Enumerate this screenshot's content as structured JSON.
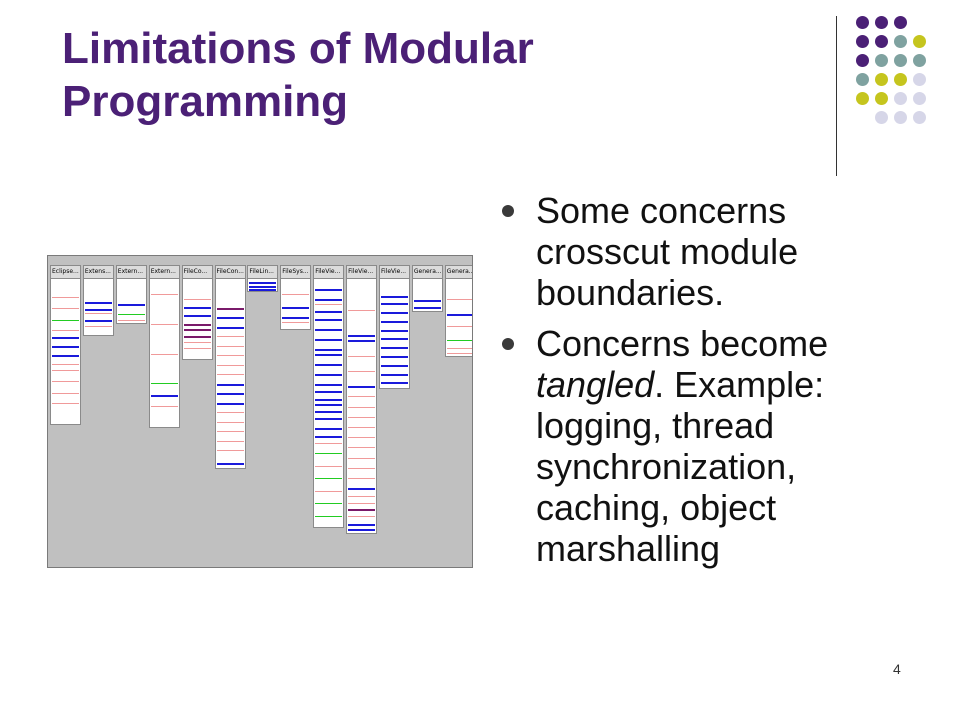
{
  "slide": {
    "title_lines": [
      "Limitations of Modular",
      "Programming"
    ],
    "slide_number": "4",
    "bullets": [
      {
        "parts": [
          {
            "text": "Some concerns crosscut module boundaries.",
            "italic": false
          }
        ]
      },
      {
        "parts": [
          {
            "text": "Concerns become ",
            "italic": false
          },
          {
            "text": "tangled",
            "italic": true
          },
          {
            "text": ". Example: logging, thread synchronization, caching, object marshalling",
            "italic": false
          }
        ]
      }
    ]
  },
  "colors": {
    "title": "#4b2076",
    "dots_purple": "#4b2076",
    "dots_teal": "#7fa2a0",
    "dots_olive": "#c5c51e",
    "dots_lavender": "#d6d6e8",
    "mark_blue": "#1a1adb",
    "mark_red": "#f09a9a",
    "mark_green": "#22cc22",
    "mark_purple": "#7a1a6a"
  },
  "decor_dots": [
    [
      "purple",
      "purple",
      "purple"
    ],
    [
      "purple",
      "purple",
      "teal",
      "olive"
    ],
    [
      "purple",
      "teal",
      "teal",
      "teal"
    ],
    [
      "teal",
      "olive",
      "olive",
      "lavender"
    ],
    [
      "olive",
      "olive",
      "lavender",
      "lavender"
    ],
    [
      "lavender",
      "lavender",
      "lavender"
    ]
  ],
  "figure": {
    "columns": [
      {
        "label": "Eclipse...",
        "fill": 0.54,
        "marks": [
          {
            "p": 0.12,
            "c": "red"
          },
          {
            "p": 0.2,
            "c": "red"
          },
          {
            "p": 0.28,
            "c": "green"
          },
          {
            "p": 0.35,
            "c": "red"
          },
          {
            "p": 0.4,
            "c": "blue"
          },
          {
            "p": 0.46,
            "c": "blue"
          },
          {
            "p": 0.52,
            "c": "blue"
          },
          {
            "p": 0.58,
            "c": "red"
          },
          {
            "p": 0.62,
            "c": "red"
          },
          {
            "p": 0.7,
            "c": "red"
          },
          {
            "p": 0.78,
            "c": "red"
          },
          {
            "p": 0.85,
            "c": "red"
          }
        ]
      },
      {
        "label": "Extens...",
        "fill": 0.24,
        "marks": [
          {
            "p": 0.4,
            "c": "blue"
          },
          {
            "p": 0.52,
            "c": "blue"
          },
          {
            "p": 0.6,
            "c": "red"
          },
          {
            "p": 0.72,
            "c": "blue"
          },
          {
            "p": 0.82,
            "c": "red"
          }
        ]
      },
      {
        "label": "Extern...",
        "fill": 0.2,
        "marks": [
          {
            "p": 0.55,
            "c": "blue"
          },
          {
            "p": 0.78,
            "c": "green"
          },
          {
            "p": 0.9,
            "c": "red"
          }
        ]
      },
      {
        "label": "Extern...",
        "fill": 0.55,
        "marks": [
          {
            "p": 0.1,
            "c": "red"
          },
          {
            "p": 0.3,
            "c": "red"
          },
          {
            "p": 0.5,
            "c": "red"
          },
          {
            "p": 0.7,
            "c": "green"
          },
          {
            "p": 0.78,
            "c": "blue"
          },
          {
            "p": 0.85,
            "c": "red"
          }
        ]
      },
      {
        "label": "FileCo...",
        "fill": 0.32,
        "marks": [
          {
            "p": 0.25,
            "c": "red"
          },
          {
            "p": 0.35,
            "c": "blue"
          },
          {
            "p": 0.45,
            "c": "blue"
          },
          {
            "p": 0.55,
            "c": "purple"
          },
          {
            "p": 0.62,
            "c": "purple"
          },
          {
            "p": 0.7,
            "c": "purple"
          },
          {
            "p": 0.78,
            "c": "red"
          },
          {
            "p": 0.85,
            "c": "red"
          }
        ]
      },
      {
        "label": "FileCon...",
        "fill": 0.69,
        "marks": [
          {
            "p": 0.15,
            "c": "purple"
          },
          {
            "p": 0.2,
            "c": "blue"
          },
          {
            "p": 0.25,
            "c": "blue"
          },
          {
            "p": 0.3,
            "c": "red"
          },
          {
            "p": 0.35,
            "c": "red"
          },
          {
            "p": 0.4,
            "c": "red"
          },
          {
            "p": 0.45,
            "c": "red"
          },
          {
            "p": 0.5,
            "c": "red"
          },
          {
            "p": 0.55,
            "c": "blue"
          },
          {
            "p": 0.6,
            "c": "blue"
          },
          {
            "p": 0.65,
            "c": "blue"
          },
          {
            "p": 0.7,
            "c": "red"
          },
          {
            "p": 0.75,
            "c": "red"
          },
          {
            "p": 0.8,
            "c": "red"
          },
          {
            "p": 0.85,
            "c": "red"
          },
          {
            "p": 0.9,
            "c": "red"
          },
          {
            "p": 0.97,
            "c": "blue"
          }
        ]
      },
      {
        "label": "FileLin...",
        "fill": 0.09,
        "marks": [
          {
            "p": 0.25,
            "c": "blue"
          },
          {
            "p": 0.5,
            "c": "blue"
          },
          {
            "p": 0.75,
            "c": "blue"
          }
        ]
      },
      {
        "label": "FileSys...",
        "fill": 0.22,
        "marks": [
          {
            "p": 0.3,
            "c": "red"
          },
          {
            "p": 0.55,
            "c": "blue"
          },
          {
            "p": 0.75,
            "c": "blue"
          },
          {
            "p": 0.85,
            "c": "red"
          }
        ]
      },
      {
        "label": "FileVie...",
        "fill": 0.89,
        "marks": [
          {
            "p": 0.04,
            "c": "blue"
          },
          {
            "p": 0.08,
            "c": "blue"
          },
          {
            "p": 0.1,
            "c": "red"
          },
          {
            "p": 0.13,
            "c": "blue"
          },
          {
            "p": 0.16,
            "c": "blue"
          },
          {
            "p": 0.2,
            "c": "blue"
          },
          {
            "p": 0.24,
            "c": "blue"
          },
          {
            "p": 0.28,
            "c": "blue"
          },
          {
            "p": 0.3,
            "c": "blue"
          },
          {
            "p": 0.34,
            "c": "blue"
          },
          {
            "p": 0.38,
            "c": "blue"
          },
          {
            "p": 0.42,
            "c": "blue"
          },
          {
            "p": 0.45,
            "c": "blue"
          },
          {
            "p": 0.48,
            "c": "blue"
          },
          {
            "p": 0.5,
            "c": "blue"
          },
          {
            "p": 0.53,
            "c": "blue"
          },
          {
            "p": 0.56,
            "c": "blue"
          },
          {
            "p": 0.6,
            "c": "blue"
          },
          {
            "p": 0.63,
            "c": "blue"
          },
          {
            "p": 0.66,
            "c": "red"
          },
          {
            "p": 0.7,
            "c": "green"
          },
          {
            "p": 0.75,
            "c": "red"
          },
          {
            "p": 0.8,
            "c": "green"
          },
          {
            "p": 0.85,
            "c": "red"
          },
          {
            "p": 0.9,
            "c": "green"
          },
          {
            "p": 0.95,
            "c": "green"
          }
        ]
      },
      {
        "label": "FileVie...",
        "fill": 0.91,
        "marks": [
          {
            "p": 0.12,
            "c": "red"
          },
          {
            "p": 0.22,
            "c": "blue"
          },
          {
            "p": 0.24,
            "c": "blue"
          },
          {
            "p": 0.3,
            "c": "red"
          },
          {
            "p": 0.36,
            "c": "red"
          },
          {
            "p": 0.42,
            "c": "blue"
          },
          {
            "p": 0.46,
            "c": "red"
          },
          {
            "p": 0.5,
            "c": "red"
          },
          {
            "p": 0.54,
            "c": "red"
          },
          {
            "p": 0.58,
            "c": "red"
          },
          {
            "p": 0.62,
            "c": "red"
          },
          {
            "p": 0.66,
            "c": "red"
          },
          {
            "p": 0.7,
            "c": "red"
          },
          {
            "p": 0.74,
            "c": "red"
          },
          {
            "p": 0.78,
            "c": "red"
          },
          {
            "p": 0.82,
            "c": "blue"
          },
          {
            "p": 0.85,
            "c": "red"
          },
          {
            "p": 0.88,
            "c": "red"
          },
          {
            "p": 0.9,
            "c": "purple"
          },
          {
            "p": 0.93,
            "c": "red"
          },
          {
            "p": 0.96,
            "c": "blue"
          },
          {
            "p": 0.98,
            "c": "blue"
          }
        ]
      },
      {
        "label": "FileVie...",
        "fill": 0.42,
        "marks": [
          {
            "p": 0.15,
            "c": "blue"
          },
          {
            "p": 0.22,
            "c": "blue"
          },
          {
            "p": 0.3,
            "c": "blue"
          },
          {
            "p": 0.38,
            "c": "blue"
          },
          {
            "p": 0.46,
            "c": "blue"
          },
          {
            "p": 0.54,
            "c": "blue"
          },
          {
            "p": 0.62,
            "c": "blue"
          },
          {
            "p": 0.7,
            "c": "blue"
          },
          {
            "p": 0.78,
            "c": "blue"
          },
          {
            "p": 0.86,
            "c": "blue"
          },
          {
            "p": 0.94,
            "c": "blue"
          }
        ]
      },
      {
        "label": "Genera...",
        "fill": 0.16,
        "marks": [
          {
            "p": 0.65,
            "c": "blue"
          },
          {
            "p": 0.85,
            "c": "blue"
          }
        ]
      },
      {
        "label": "Genera...",
        "fill": 0.31,
        "marks": [
          {
            "p": 0.25,
            "c": "red"
          },
          {
            "p": 0.45,
            "c": "blue"
          },
          {
            "p": 0.6,
            "c": "red"
          },
          {
            "p": 0.78,
            "c": "green"
          },
          {
            "p": 0.88,
            "c": "red"
          },
          {
            "p": 0.95,
            "c": "red"
          }
        ]
      }
    ]
  }
}
